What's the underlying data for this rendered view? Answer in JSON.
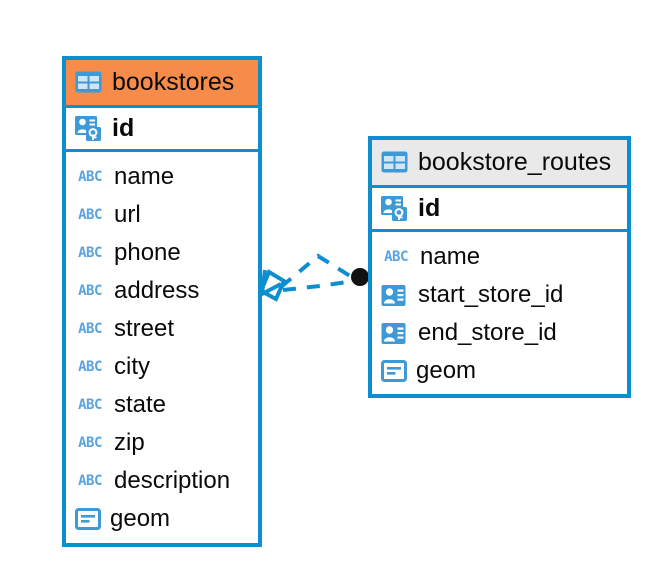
{
  "diagram": {
    "type": "entity-relationship-diagram",
    "background_color": "#ffffff",
    "accent_blue": "#0d8ecf",
    "accent_orange": "#f78b4a",
    "accent_gray": "#e9e9e9",
    "icon_blue": "#3d9ad6",
    "abc_blue": "#5ba3dd"
  },
  "entities": [
    {
      "name": "bookstores",
      "header_icon": "table-icon",
      "header_color": "#f78b4a",
      "primary_key": {
        "label": "id",
        "icon": "primary-key-icon"
      },
      "fields": [
        {
          "label": "name",
          "icon": "abc-text-icon",
          "type": "text"
        },
        {
          "label": "url",
          "icon": "abc-text-icon",
          "type": "text"
        },
        {
          "label": "phone",
          "icon": "abc-text-icon",
          "type": "text"
        },
        {
          "label": "address",
          "icon": "abc-text-icon",
          "type": "text"
        },
        {
          "label": "street",
          "icon": "abc-text-icon",
          "type": "text"
        },
        {
          "label": "city",
          "icon": "abc-text-icon",
          "type": "text"
        },
        {
          "label": "state",
          "icon": "abc-text-icon",
          "type": "text"
        },
        {
          "label": "zip",
          "icon": "abc-text-icon",
          "type": "text"
        },
        {
          "label": "description",
          "icon": "abc-text-icon",
          "type": "text"
        },
        {
          "label": "geom",
          "icon": "geometry-icon",
          "type": "geometry"
        }
      ]
    },
    {
      "name": "bookstore_routes",
      "header_icon": "table-icon",
      "header_color": "#e9e9e9",
      "primary_key": {
        "label": "id",
        "icon": "primary-key-icon"
      },
      "fields": [
        {
          "label": "name",
          "icon": "abc-text-icon",
          "type": "text"
        },
        {
          "label": "start_store_id",
          "icon": "foreign-key-icon",
          "type": "reference"
        },
        {
          "label": "end_store_id",
          "icon": "foreign-key-icon",
          "type": "reference"
        },
        {
          "label": "geom",
          "icon": "geometry-icon",
          "type": "geometry"
        }
      ]
    }
  ],
  "relationships": [
    {
      "from_entity": "bookstores",
      "to_entity": "bookstore_routes",
      "from_marker": "diamond-crowsfoot-marker",
      "to_marker": "filled-circle-marker",
      "line_style": "dashed",
      "line_color": "#0d8ecf"
    },
    {
      "from_entity": "bookstores",
      "to_entity": "bookstore_routes",
      "from_marker": "diamond-crowsfoot-marker",
      "to_marker": "filled-circle-marker",
      "line_style": "dashed",
      "line_color": "#0d8ecf"
    }
  ]
}
